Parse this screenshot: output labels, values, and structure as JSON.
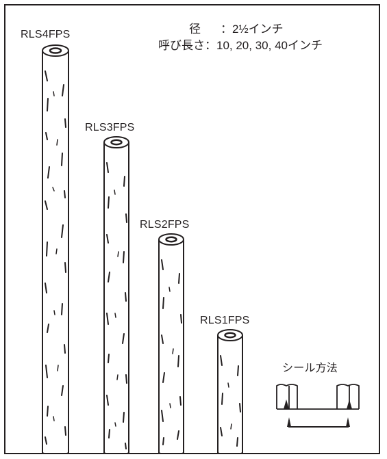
{
  "specs": [
    {
      "label": "径",
      "colon": "：",
      "value": "2½インチ"
    },
    {
      "label": "呼び長さ",
      "colon": "：",
      "value": "10, 20, 30, 40インチ"
    }
  ],
  "filters": [
    {
      "model": "RLS4FPS"
    },
    {
      "model": "RLS3FPS"
    },
    {
      "model": "RLS2FPS"
    },
    {
      "model": "RLS1FPS"
    }
  ],
  "seal": {
    "title": "シール方法"
  }
}
